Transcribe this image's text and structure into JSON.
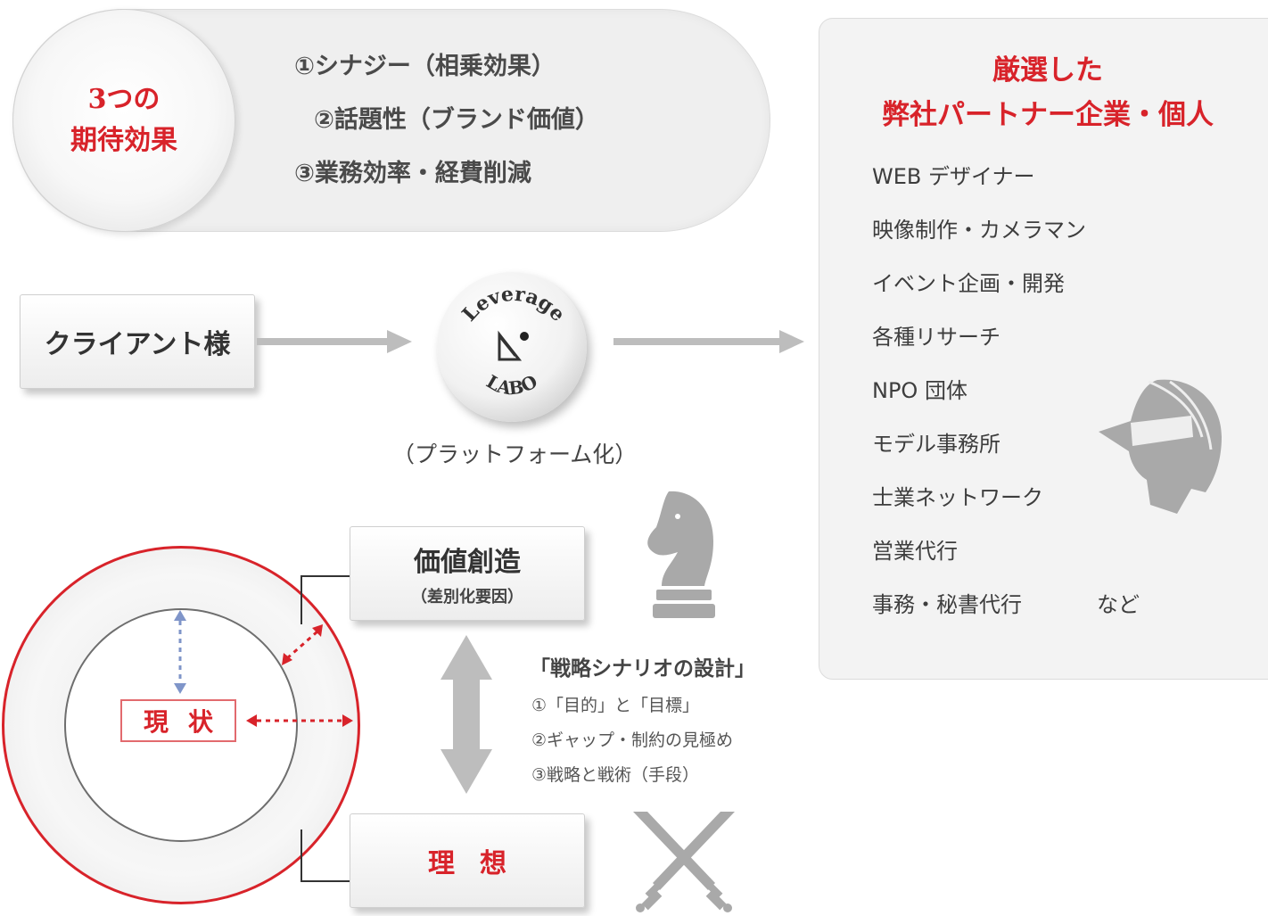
{
  "expected_effects": {
    "title_line1": "3つの",
    "title_line2": "期待効果",
    "items": [
      "①シナジー（相乗効果）",
      "②話題性（ブランド価値）",
      "③業務効率・経費削減"
    ]
  },
  "client": {
    "label": "クライアント様"
  },
  "platform": {
    "logo_top": "Leverage",
    "logo_bottom": "LABO",
    "caption": "（プラットフォーム化）"
  },
  "partners": {
    "title_line1": "厳選した",
    "title_line2": "弊社パートナー企業・個人",
    "items": [
      "WEB デザイナー",
      "映像制作・カメラマン",
      "イベント企画・開発",
      "各種リサーチ",
      "NPO 団体",
      "モデル事務所",
      "士業ネットワーク",
      "営業代行",
      "事務・秘書代行"
    ],
    "etc": "など"
  },
  "value_creation": {
    "title": "価値創造",
    "subtitle": "（差別化要因）"
  },
  "ideal": {
    "label": "理想"
  },
  "current": {
    "label": "現状"
  },
  "strategy": {
    "title": "「戦略シナリオの設計」",
    "items": [
      "①「目的」と「目標」",
      "②ギャップ・制約の見極め",
      "③戦略と戦術（手段）"
    ]
  },
  "colors": {
    "accent_red": "#d8232a",
    "arrow_gray": "#bdbdbd",
    "icon_gray": "#a9a9a9",
    "dotted_blue": "#7f95c9"
  }
}
